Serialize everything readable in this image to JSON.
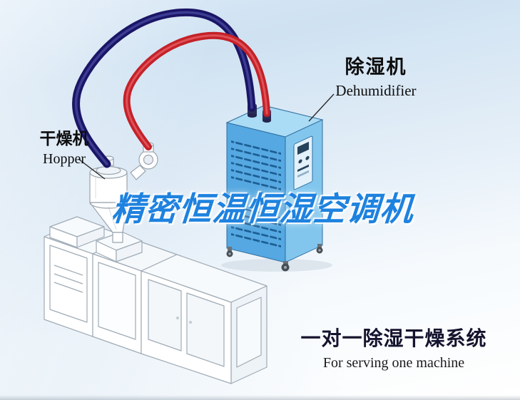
{
  "labels": {
    "dryer": {
      "cn": "干燥机",
      "en": "Hopper"
    },
    "dehumidifier": {
      "cn": "除湿机",
      "en": "Dehumidifier"
    },
    "watermark": "精密恒温恒湿空调机",
    "caption": {
      "cn": "一对一除湿干燥系统",
      "en": "For serving one machine"
    }
  },
  "colors": {
    "pipe_navy": "#1b1566",
    "pipe_red": "#c42128",
    "unit_front_blue": "#55a8e1",
    "unit_side_blue": "#82c6ee",
    "unit_top_blue": "#aadcf5",
    "vent_slot": "#1b5c92",
    "watermark_blue": "#1e82df",
    "caption_dark": "#14142e",
    "background_top": "#cfe2f2",
    "background_bottom": "#ffffff",
    "machine_line": "#9fabb6"
  }
}
